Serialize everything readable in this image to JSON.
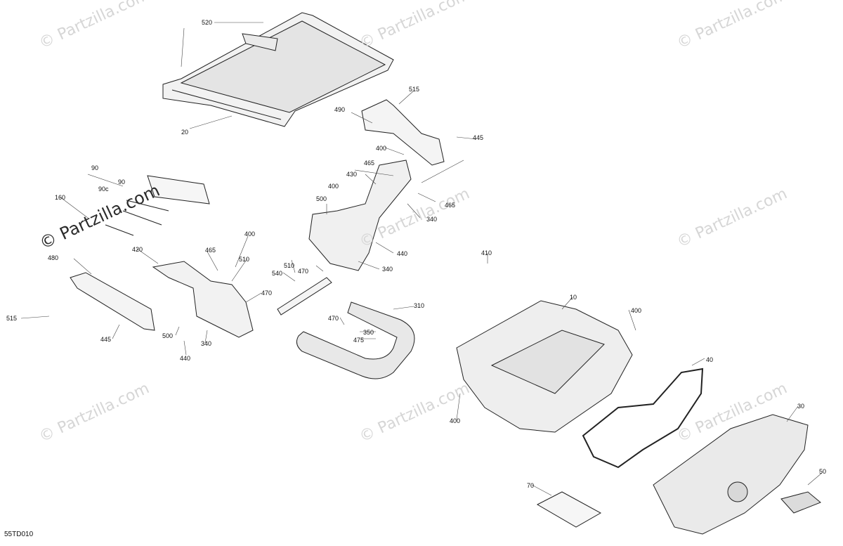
{
  "diagram": {
    "code": "55TD010",
    "watermark_text": "© Partzilla.com",
    "callouts": [
      "520",
      "20",
      "515",
      "490",
      "445",
      "400",
      "465",
      "430",
      "400",
      "500",
      "465",
      "340",
      "440",
      "510",
      "470",
      "340",
      "90",
      "90c",
      "90",
      "160",
      "420",
      "465",
      "400",
      "510",
      "480",
      "470",
      "515",
      "445",
      "500",
      "340",
      "440",
      "540",
      "470",
      "350",
      "475",
      "310",
      "410",
      "10",
      "400",
      "40",
      "400",
      "30",
      "50",
      "70"
    ]
  }
}
